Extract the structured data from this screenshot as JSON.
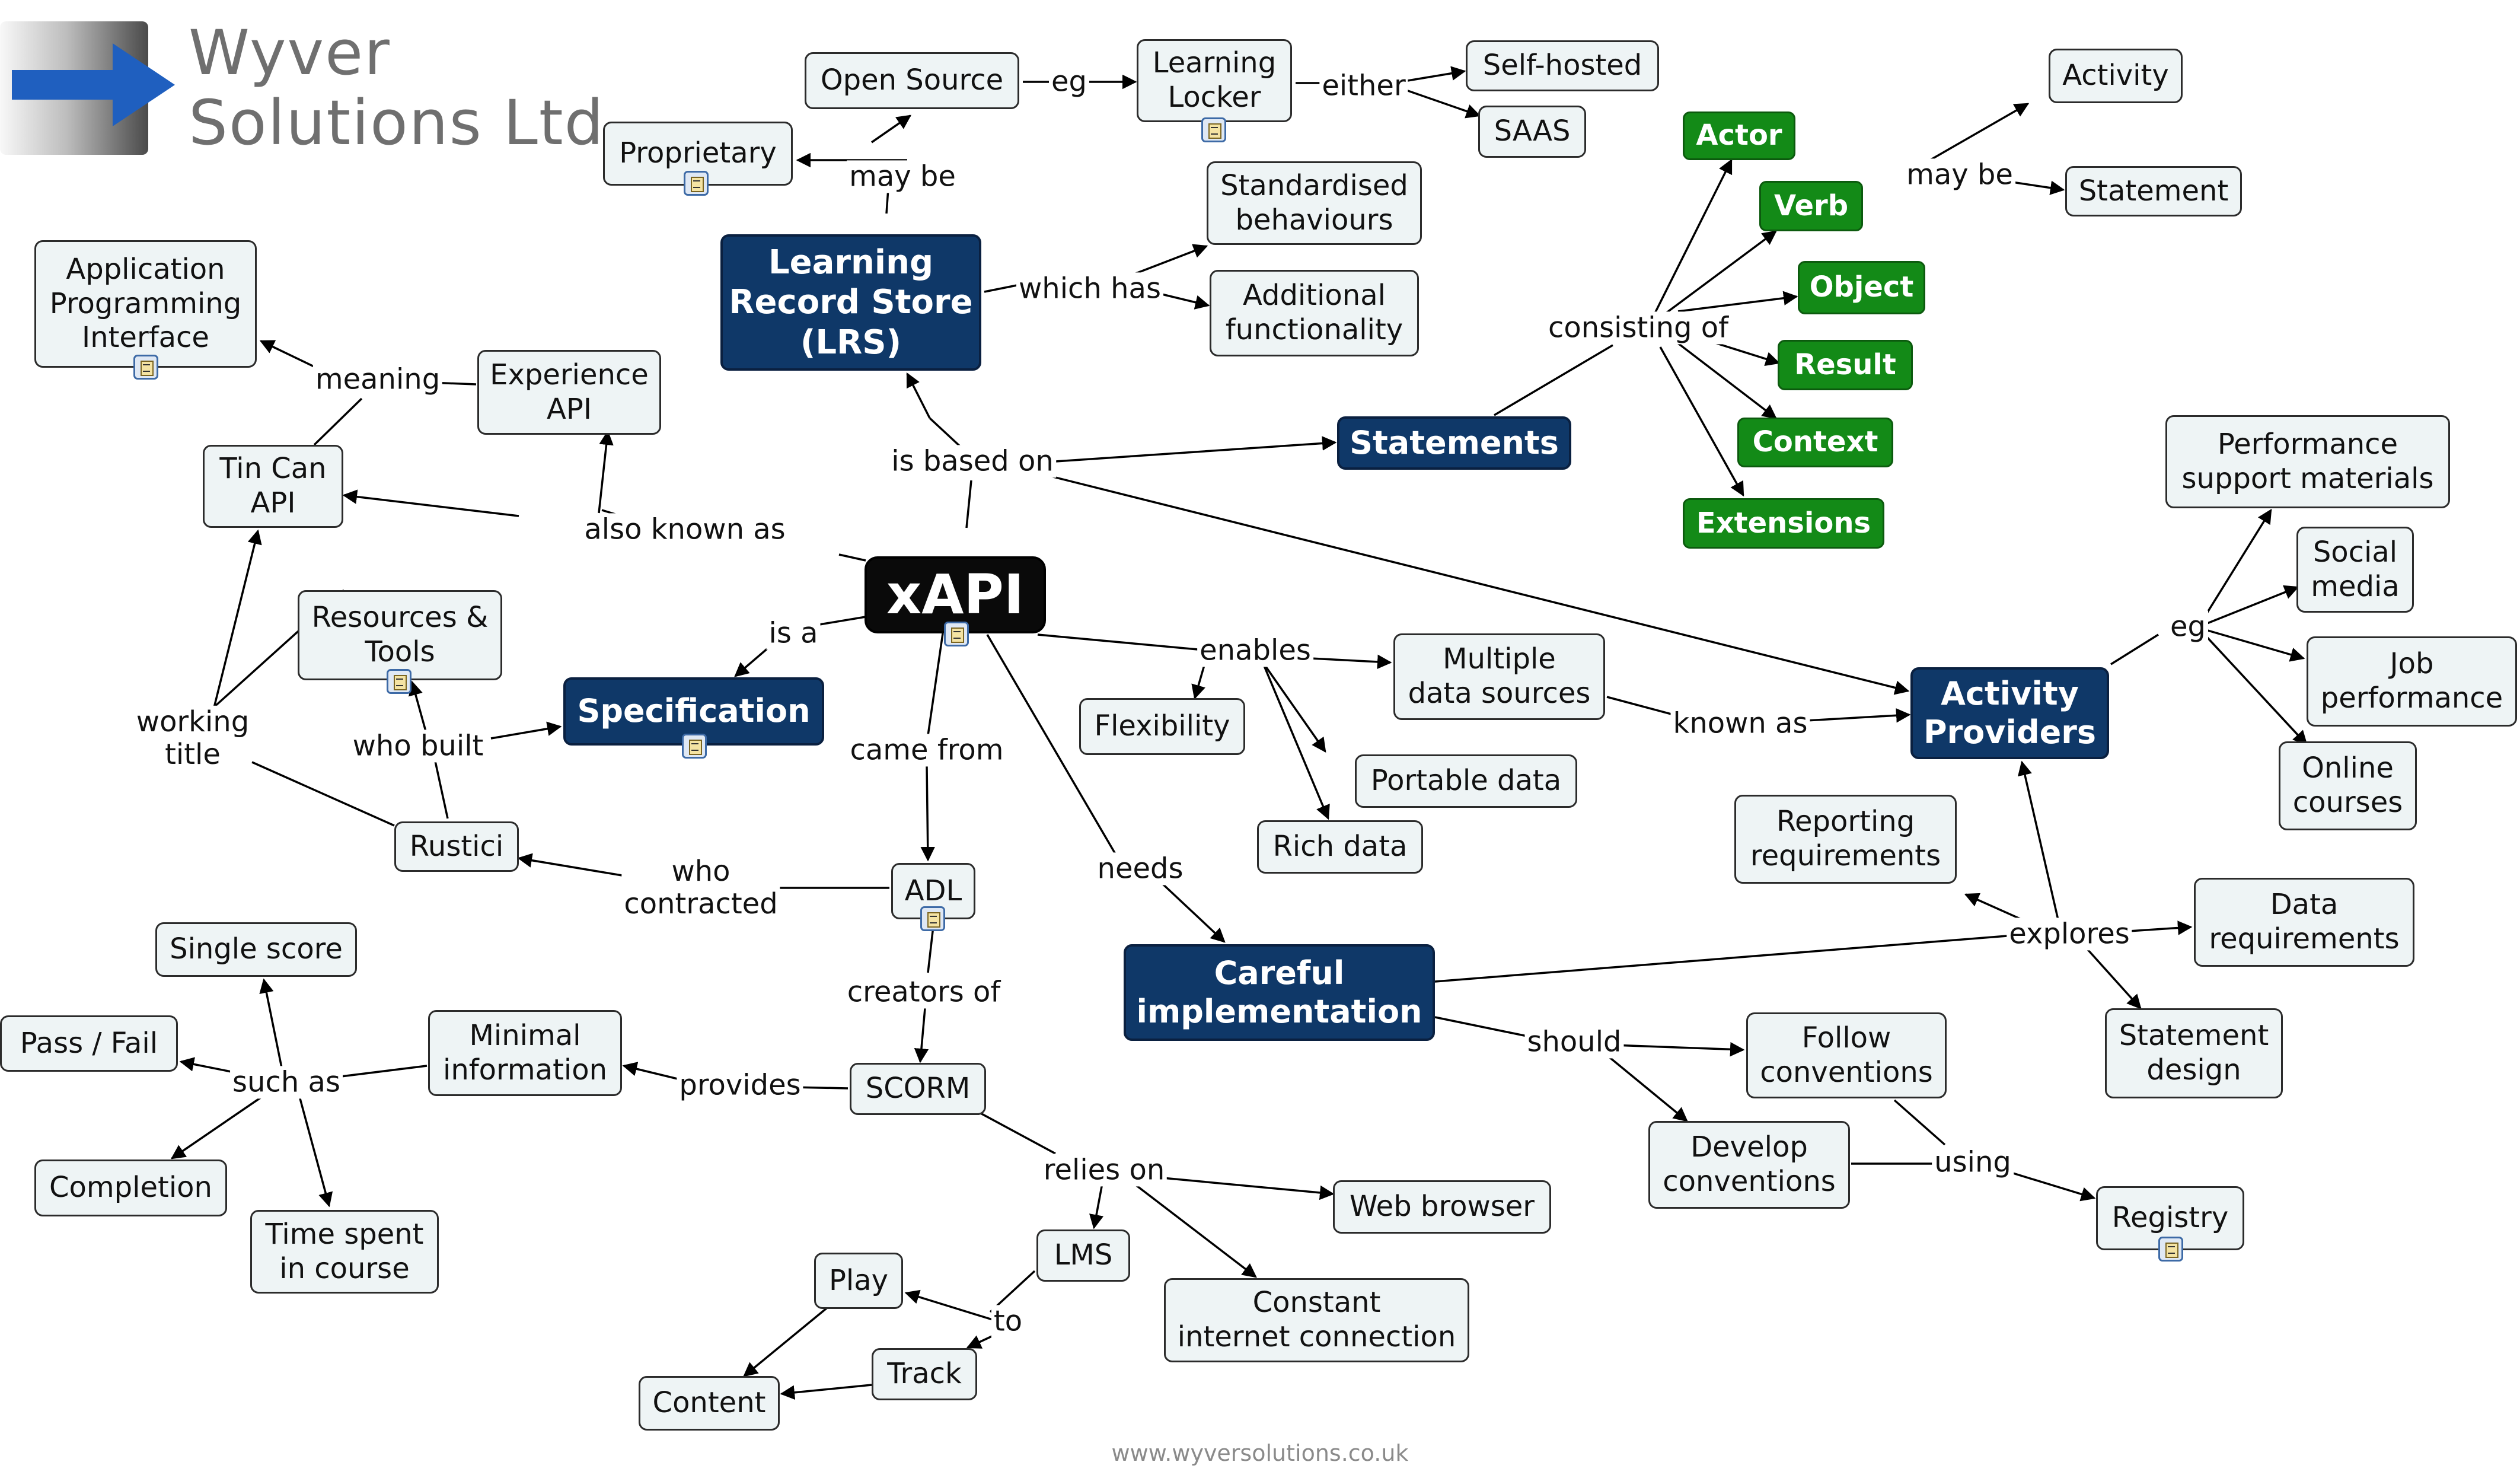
{
  "logo": {
    "line1": "Wyver",
    "line2": "Solutions Ltd",
    "colors": {
      "arrow": "#1f5fbf",
      "text": "#6f6f6f"
    }
  },
  "footer": "www.wyversolutions.co.uk",
  "colors": {
    "navy": "#0f3868",
    "green": "#138a17",
    "topic_fill": "#eef4f5",
    "central": "#0a0a0a",
    "line": "#000000"
  },
  "nodes": {
    "xapi": "xAPI",
    "lrs": "Learning\nRecord Store\n(LRS)",
    "statements": "Statements",
    "specification": "Specification",
    "activity_providers": "Activity\nProviders",
    "careful": "Careful\nimplementation",
    "open_source": "Open Source",
    "learning_locker": "Learning\nLocker",
    "self_hosted": "Self-hosted",
    "saas": "SAAS",
    "proprietary": "Proprietary",
    "standardised": "Standardised\nbehaviours",
    "additional": "Additional\nfunctionality",
    "activity": "Activity",
    "statement": "Statement",
    "actor": "Actor",
    "verb": "Verb",
    "object": "Object",
    "result": "Result",
    "context": "Context",
    "extensions": "Extensions",
    "api": "Application\nProgramming\nInterface",
    "experience_api": "Experience\nAPI",
    "tin_can": "Tin Can\nAPI",
    "resources": "Resources &\nTools",
    "rustici": "Rustici",
    "adl": "ADL",
    "scorm": "SCORM",
    "minimal": "Minimal\ninformation",
    "single_score": "Single score",
    "pass_fail": "Pass / Fail",
    "completion": "Completion",
    "time_spent": "Time spent\nin course",
    "flexibility": "Flexibility",
    "multiple": "Multiple\ndata sources",
    "portable": "Portable data",
    "rich": "Rich data",
    "performance": "Performance\nsupport materials",
    "social": "Social\nmedia",
    "job": "Job\nperformance",
    "online": "Online\ncourses",
    "reporting": "Reporting\nrequirements",
    "data_req": "Data\nrequirements",
    "statement_design": "Statement\ndesign",
    "follow": "Follow\nconventions",
    "develop": "Develop\nconventions",
    "registry": "Registry",
    "web_browser": "Web browser",
    "lms": "LMS",
    "constant": "Constant\ninternet connection",
    "play": "Play",
    "track": "Track",
    "content": "Content"
  },
  "labels": {
    "eg1": "eg",
    "either": "either",
    "may_be1": "may be",
    "which_has": "which has",
    "may_be2": "may be",
    "consisting_of": "consisting of",
    "meaning": "meaning",
    "is_based_on": "is based on",
    "also_known_as": "also known as",
    "is_a": "is a",
    "who_built": "who built",
    "working_title": "working\ntitle",
    "came_from": "came from",
    "who_contracted": "who\ncontracted",
    "creators_of": "creators of",
    "provides": "provides",
    "such_as": "such as",
    "enables": "enables",
    "needs": "needs",
    "known_as": "known as",
    "eg2": "eg",
    "explores": "explores",
    "should": "should",
    "using": "using",
    "relies_on": "relies on",
    "to": "to"
  }
}
